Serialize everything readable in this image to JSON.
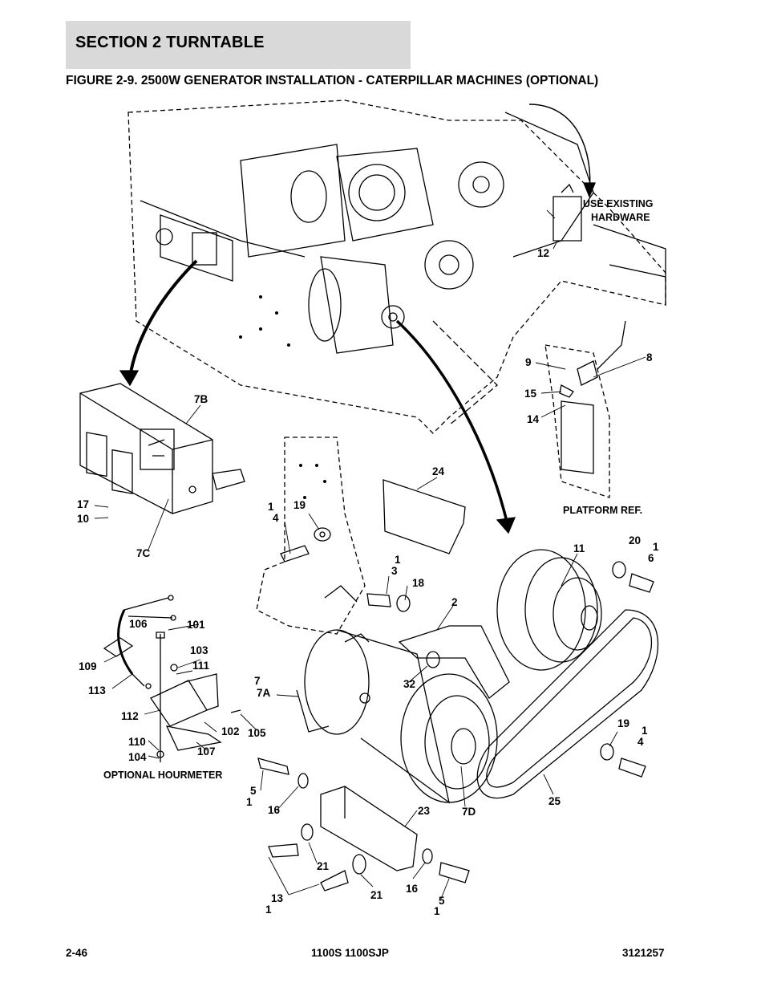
{
  "section_header": "SECTION 2   TURNTABLE",
  "figure_title": "FIGURE 2-9. 2500W GENERATOR INSTALLATION - CATERPILLAR MACHINES (OPTIONAL)",
  "callouts": {
    "use_existing": "USE EXISTING",
    "hardware": "HARDWARE",
    "platform_ref": "PLATFORM REF.",
    "optional_hourmeter": "OPTIONAL HOURMETER",
    "label_12": "12",
    "label_9": "9",
    "label_8": "8",
    "label_15": "15",
    "label_14": "14",
    "label_7b": "7B",
    "label_24": "24",
    "label_17": "17",
    "label_10": "10",
    "label_7c": "7C",
    "label_1_a": "1",
    "label_4_a": "4",
    "label_19_a": "19",
    "label_11": "11",
    "label_20": "20",
    "label_1_b": "1",
    "label_6": "6",
    "label_1_c": "1",
    "label_3": "3",
    "label_18": "18",
    "label_2": "2",
    "label_106": "106",
    "label_101": "101",
    "label_103": "103",
    "label_111": "111",
    "label_109": "109",
    "label_113": "113",
    "label_7": "7",
    "label_7a": "7A",
    "label_32": "32",
    "label_112": "112",
    "label_102": "102",
    "label_105": "105",
    "label_110": "110",
    "label_104": "104",
    "label_107": "107",
    "label_19_b": "19",
    "label_1_d": "1",
    "label_4_b": "4",
    "label_5_a": "5",
    "label_1_e": "1",
    "label_16_a": "16",
    "label_23": "23",
    "label_7d": "7D",
    "label_25": "25",
    "label_21_a": "21",
    "label_13": "13",
    "label_1_f": "1",
    "label_21_b": "21",
    "label_16_b": "16",
    "label_5_b": "5",
    "label_1_g": "1"
  },
  "footer": {
    "page_number": "2-46",
    "model": "1100S 1100SJP",
    "doc_number": "3121257"
  }
}
